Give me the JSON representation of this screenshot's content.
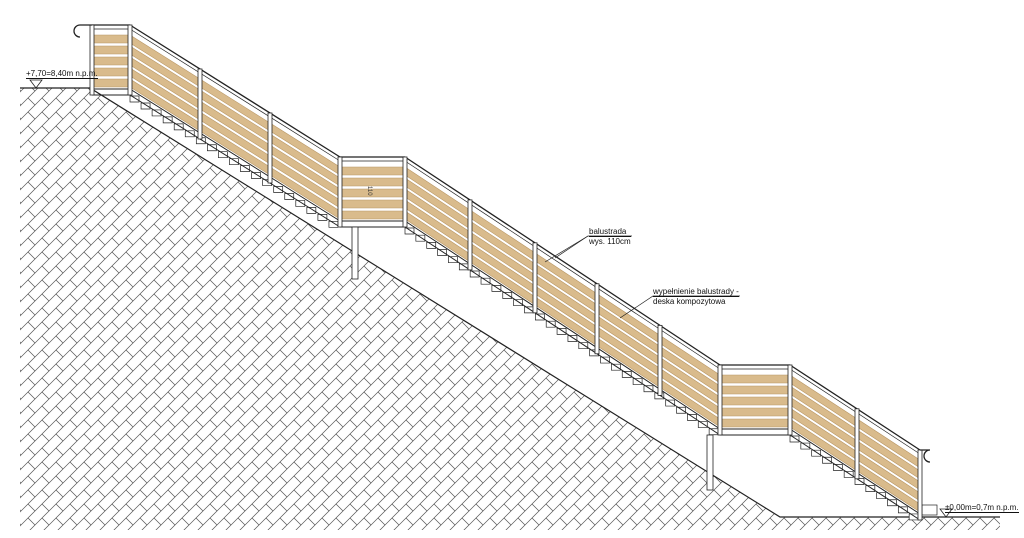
{
  "labels": {
    "top_level": "+7,70=8,40m  n.p.m.",
    "bottom_level": "±0,00m=0,7m  n.p.m.",
    "balustrade_line1": "balustrada",
    "balustrade_line2": "wys. 110cm",
    "infill_line1": "wypełnienie balustrady -",
    "infill_line2": "deska kompozytowa",
    "post_dimension": "110"
  },
  "colors": {
    "board": "#d9bb8c",
    "board_dark": "#b89664",
    "line": "#222222"
  }
}
